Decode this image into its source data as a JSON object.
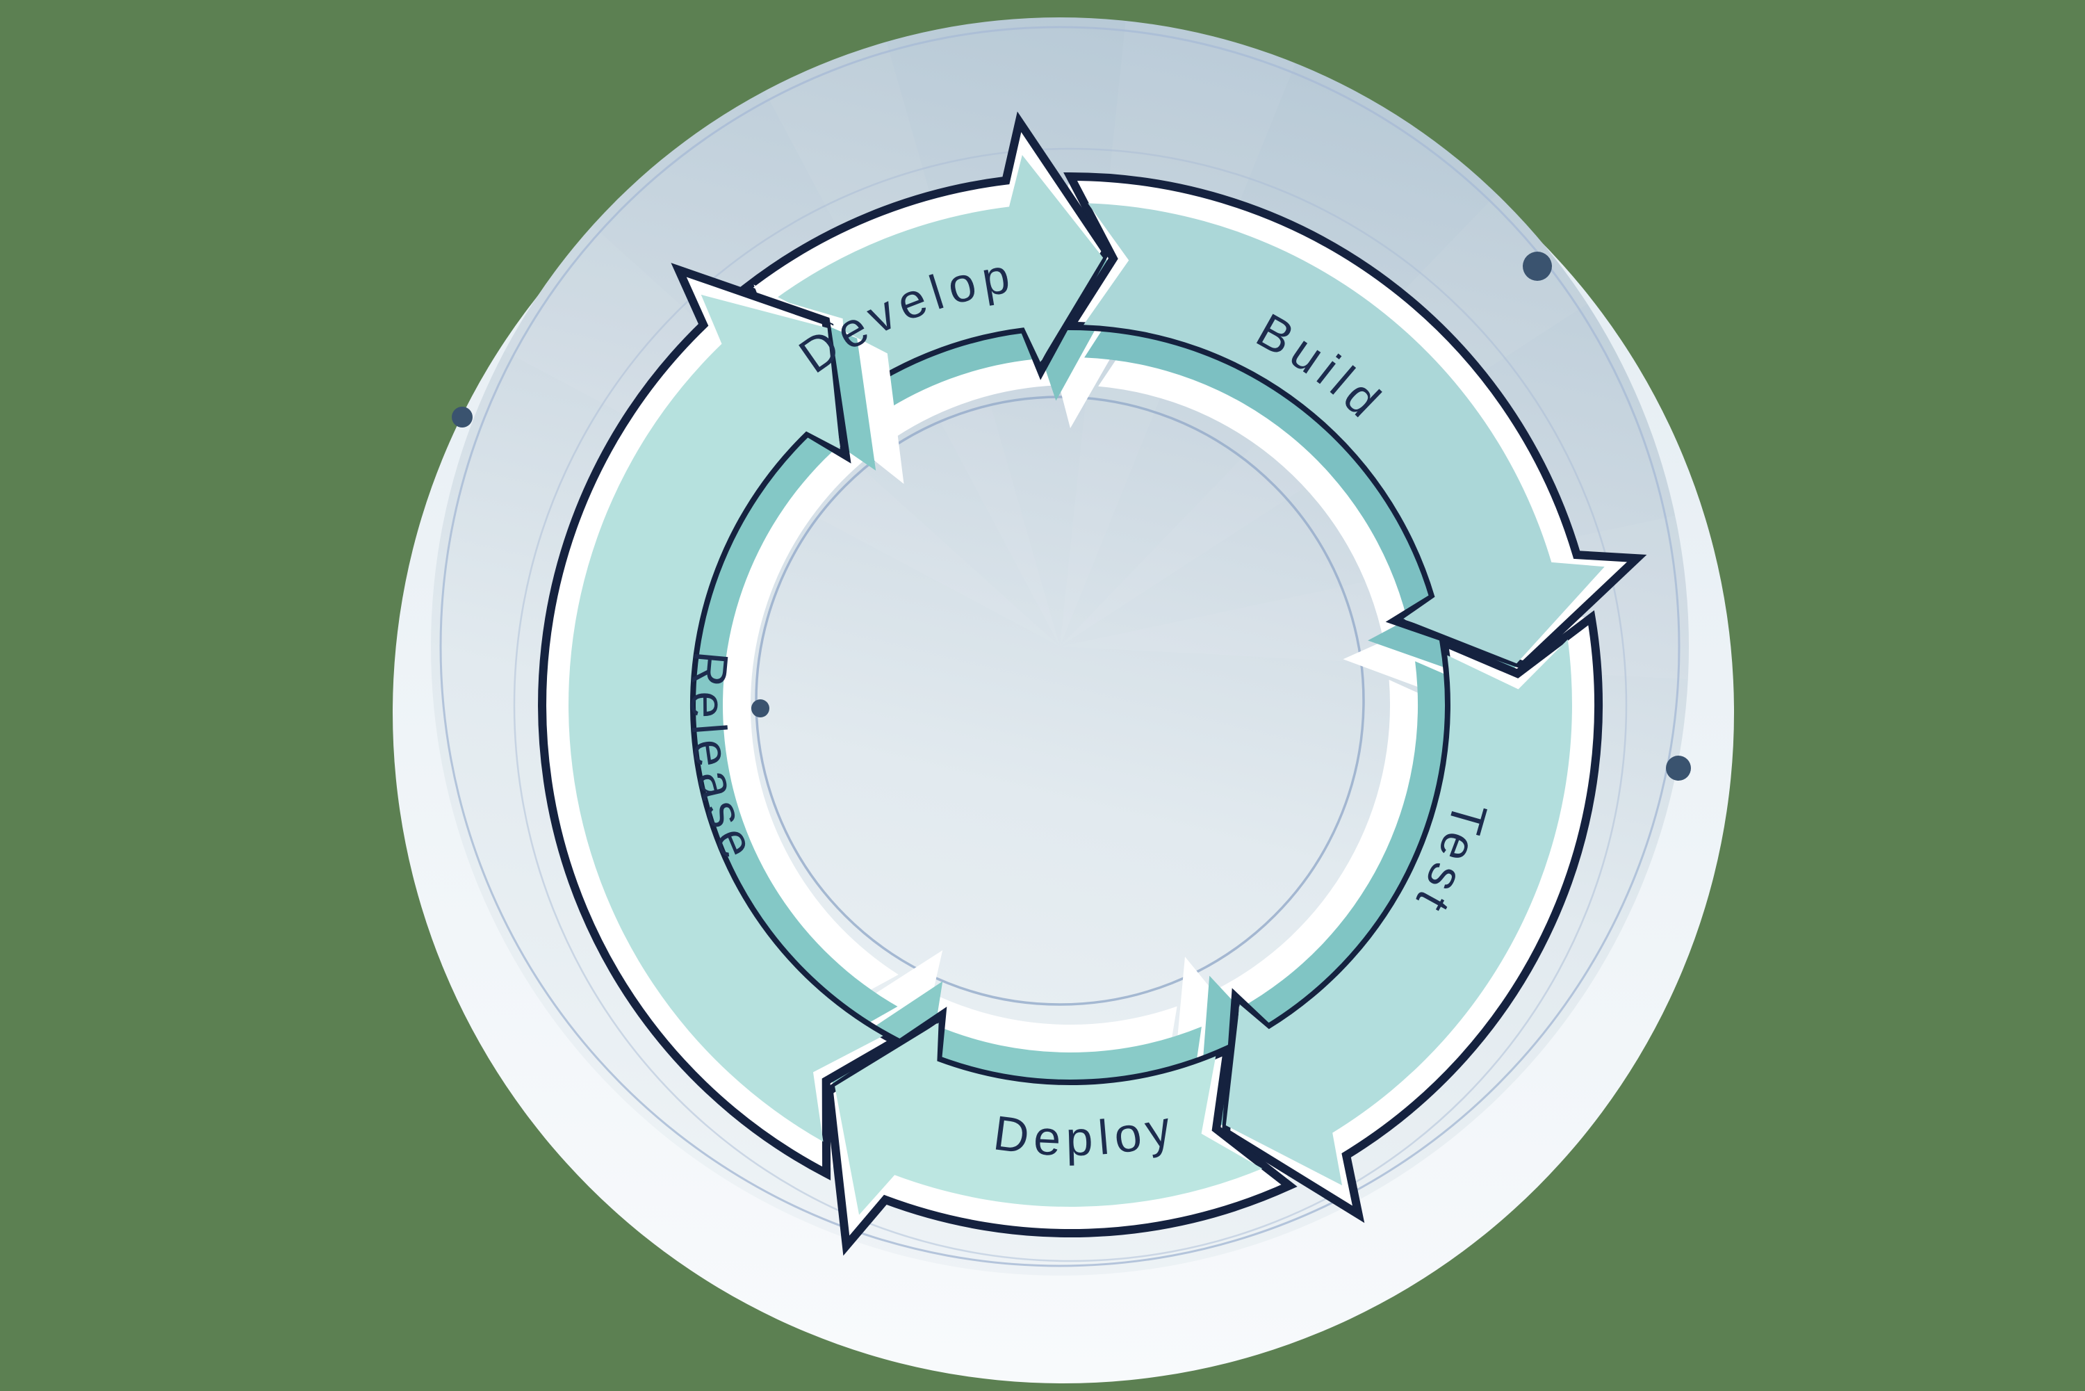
{
  "illustration": {
    "title": "software-delivery-cycle",
    "stages": [
      {
        "label": "Develop"
      },
      {
        "label": "Build"
      },
      {
        "label": "Test"
      },
      {
        "label": "Deploy"
      },
      {
        "label": "Release"
      }
    ],
    "colors": {
      "background": "#5c8052",
      "outline_navy": "#15223f",
      "label_text": "#1d2c4e",
      "arrow_fills": [
        "#aedbd9",
        "#abd7d8",
        "#b2dedd",
        "#bce6e1",
        "#b6e1de"
      ],
      "arrow_shadows": [
        "#7fc3c2",
        "#7cc0c2",
        "#80c5c4",
        "#89cbc8",
        "#84c8c6"
      ],
      "arrow_highlight": "#ffffff",
      "disc_gradient": [
        "#b7c9d6",
        "#cdd9e2",
        "#e2eaef",
        "#eef3f6"
      ],
      "rim_gradient": [
        "#e3ecf2",
        "#f8fafc"
      ],
      "ring_line": "#a9bcd6",
      "hub_ring_line": "#93aac9",
      "dot": "#3a536f"
    },
    "dot_count": 4
  }
}
